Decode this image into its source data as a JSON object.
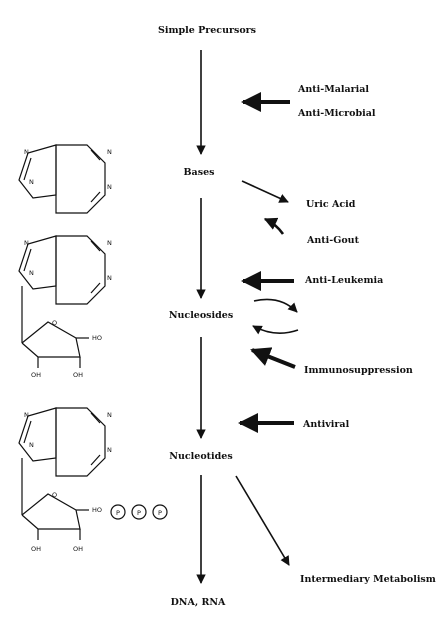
{
  "pathway": {
    "simple_precursors": "Simple Precursors",
    "bases": "Bases",
    "nucleosides": "Nucleosides",
    "nucleotides": "Nucleotides",
    "dna_rna": "DNA, RNA"
  },
  "effects": {
    "anti_malarial": "Anti-Malarial",
    "anti_microbial": "Anti-Microbial",
    "uric_acid": "Uric Acid",
    "anti_gout": "Anti-Gout",
    "anti_leukemia": "Anti-Leukemia",
    "immunosuppression": "Immunosuppression",
    "antiviral": "Antiviral",
    "intermediary_metabolism": "Intermediary Metabolism"
  },
  "atoms": {
    "n": "N",
    "o": "O",
    "ho": "HO",
    "oh": "OH",
    "p": "P"
  }
}
